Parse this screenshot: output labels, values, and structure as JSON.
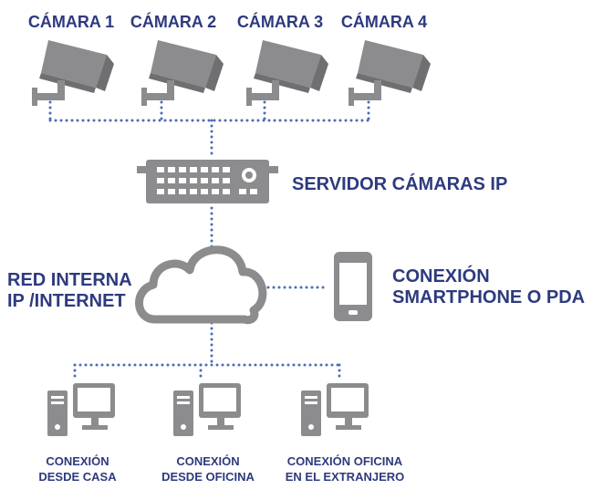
{
  "cameras": [
    {
      "label": "CÁMARA 1"
    },
    {
      "label": "CÁMARA 2"
    },
    {
      "label": "CÁMARA 3"
    },
    {
      "label": "CÁMARA 4"
    }
  ],
  "server": {
    "label": "SERVIDOR CÁMARAS IP"
  },
  "network": {
    "line1": "RED INTERNA",
    "line2": "IP /INTERNET"
  },
  "smartphone": {
    "line1": "CONEXIÓN",
    "line2": "SMARTPHONE O PDA"
  },
  "clients": [
    {
      "line1": "CONEXIÓN",
      "line2": "DESDE CASA"
    },
    {
      "line1": "CONEXIÓN",
      "line2": "DESDE OFICINA"
    },
    {
      "line1": "CONEXIÓN OFICINA",
      "line2": "EN EL EXTRANJERO"
    }
  ],
  "colors": {
    "text": "#2e3a7e",
    "device": "#8c8c8e",
    "link": "#4a6fb5"
  }
}
